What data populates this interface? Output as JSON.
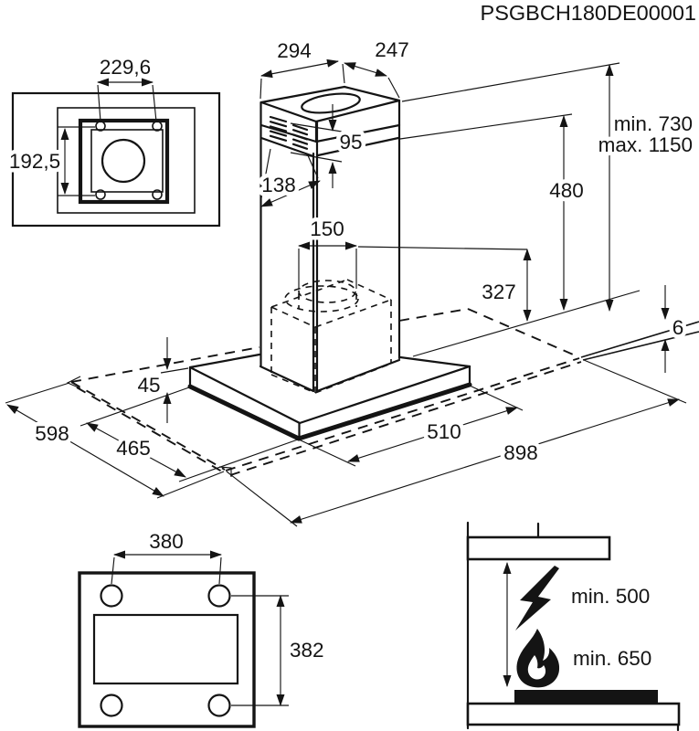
{
  "title": "PSGBCH180DE00001",
  "flange": {
    "width": "229,6",
    "height": "192,5"
  },
  "chimney": {
    "top_width": "294",
    "top_depth": "247",
    "outlet_drop": "95",
    "vent_width": "138",
    "duct_diameter": "150",
    "height_min": "min. 730",
    "height_max": "max. 1150",
    "section_height": "480",
    "inner_height": "327"
  },
  "canopy": {
    "height": "45",
    "depth": "465",
    "width": "510",
    "plate_thickness": "6"
  },
  "plate": {
    "depth": "598",
    "width": "898"
  },
  "mount": {
    "width": "380",
    "height": "382"
  },
  "clearance": {
    "electric": "min. 500",
    "gas": "min. 650"
  }
}
